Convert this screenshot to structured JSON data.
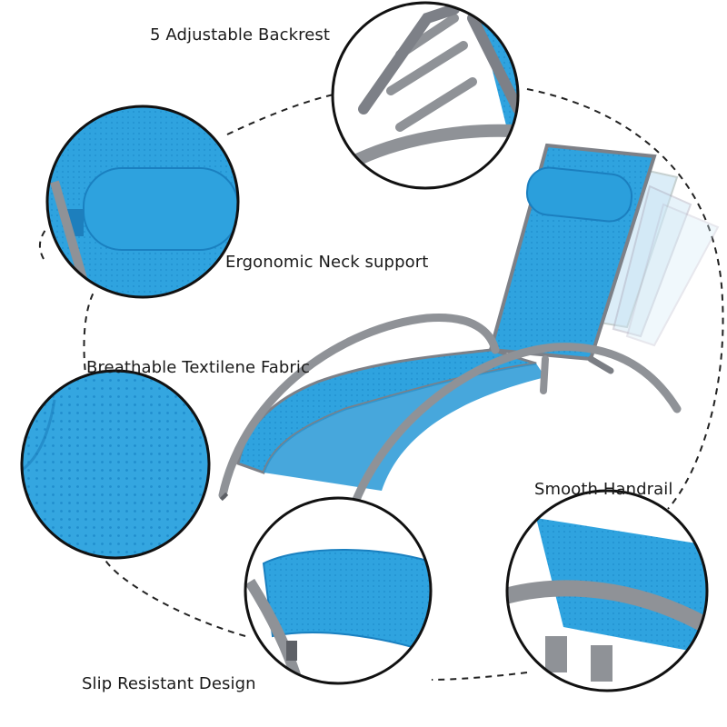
{
  "features": {
    "backrest": "5 Adjustable Backrest",
    "neck_support": "Ergonomic Neck support",
    "fabric": "Breathable Textilene Fabric",
    "handrail": "Smooth Handrail",
    "slip_resistant": "Slip Resistant Design"
  },
  "colors": {
    "fabric_blue": "#2fa3df",
    "fabric_dark": "#1c84c4",
    "frame_gray": "#8f9297",
    "frame_dark": "#5d6066",
    "outline": "#111111",
    "dashed_path": "#222222"
  }
}
